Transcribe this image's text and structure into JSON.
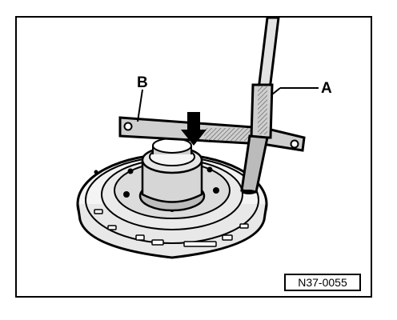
{
  "diagram": {
    "callouts": {
      "a": "A",
      "b": "B"
    },
    "figure_code": "N37-0055"
  }
}
